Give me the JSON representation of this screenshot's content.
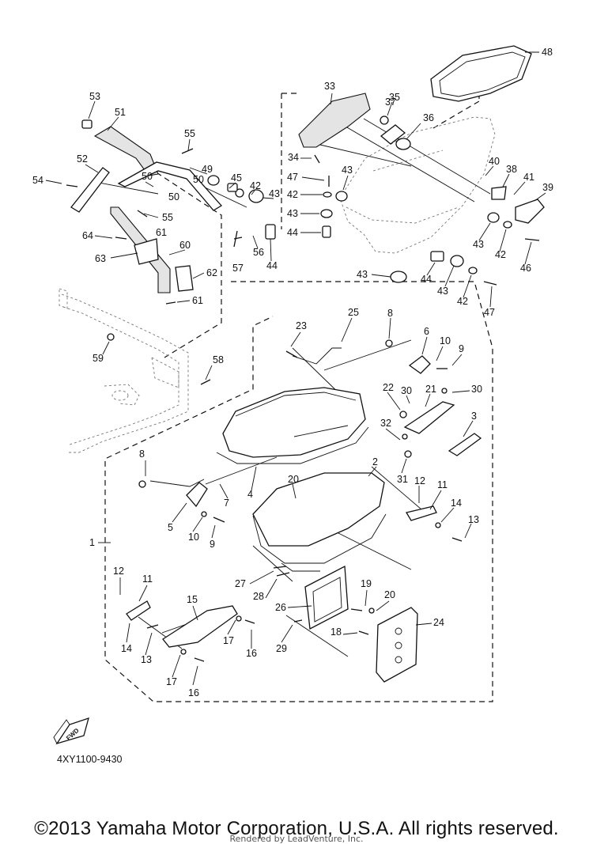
{
  "diagram_code": "4XY1100-9430",
  "copyright": "©2013 Yamaha Motor Corporation, U.S.A. All rights reserved.",
  "rendered_by": "Rendered by LeadVenture, Inc.",
  "fwd_label": "FWD",
  "part_numbers": [
    "1",
    "2",
    "3",
    "4",
    "5",
    "6",
    "7",
    "8",
    "9",
    "10",
    "11",
    "12",
    "13",
    "14",
    "15",
    "16",
    "17",
    "18",
    "19",
    "20",
    "21",
    "22",
    "23",
    "24",
    "25",
    "26",
    "27",
    "28",
    "29",
    "30",
    "31",
    "32",
    "33",
    "34",
    "35",
    "36",
    "37",
    "38",
    "39",
    "40",
    "41",
    "42",
    "43",
    "44",
    "45",
    "46",
    "47",
    "48",
    "49",
    "50",
    "51",
    "52",
    "53",
    "54",
    "55",
    "56",
    "57",
    "58",
    "59",
    "60",
    "61",
    "62",
    "63",
    "64"
  ]
}
